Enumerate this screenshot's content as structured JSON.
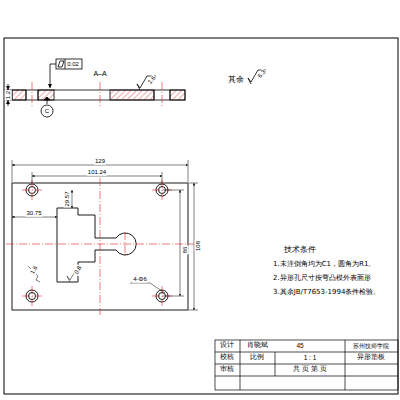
{
  "diagram": {
    "labels": [
      "A–A",
      "0.02",
      "C",
      "1.2",
      "1.6",
      "其余",
      "6.3",
      "129",
      "101.24",
      "29.57",
      "30.75",
      "86",
      "108",
      "0.8",
      "1.6",
      "4-Φ6",
      "技术条件",
      "1.未注倒角均为C1，圆角为R1。",
      "2.异形孔尺寸按弯凸模外表面形",
      "3.其余JB/T7653-1994条件检验。",
      "设计",
      "肖晓斌",
      "校核",
      "审核",
      "45",
      "比例",
      "1 : 1",
      "共  页  第  页",
      "苏州技师学院",
      "异形垫板"
    ]
  }
}
